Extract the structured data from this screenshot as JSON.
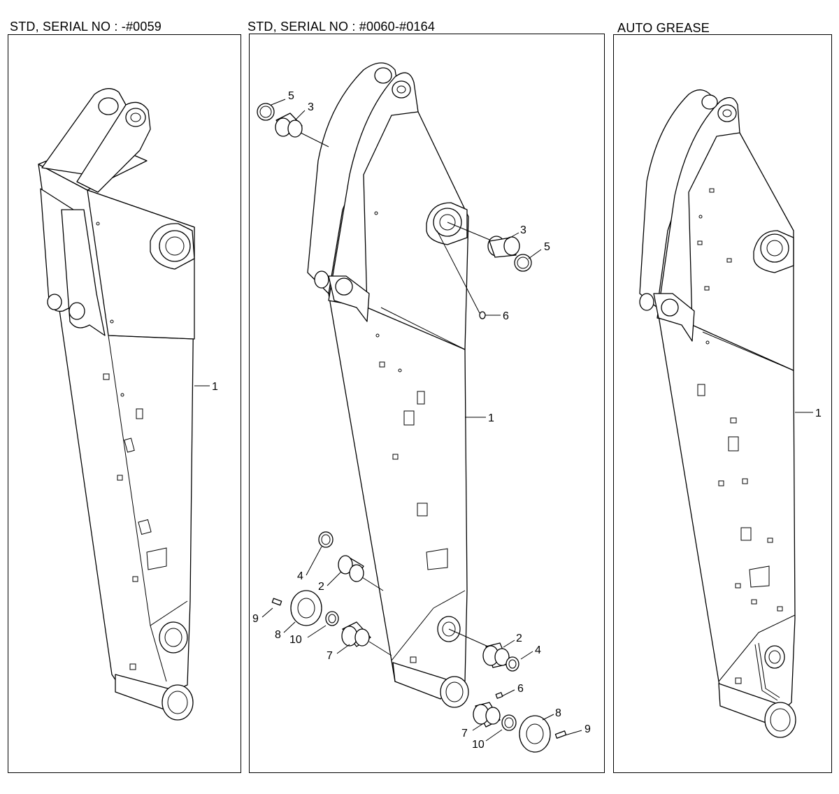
{
  "panels": [
    {
      "title": "STD, SERIAL NO : -#0059"
    },
    {
      "title": "STD, SERIAL NO : #0060-#0164"
    },
    {
      "title": "AUTO GREASE"
    }
  ],
  "callouts": {
    "left": [
      "1"
    ],
    "middle": [
      "5",
      "3",
      "3",
      "5",
      "6",
      "1",
      "4",
      "2",
      "9",
      "8",
      "10",
      "7",
      "2",
      "4",
      "6",
      "8",
      "9",
      "7",
      "10"
    ],
    "right": [
      "1"
    ]
  }
}
